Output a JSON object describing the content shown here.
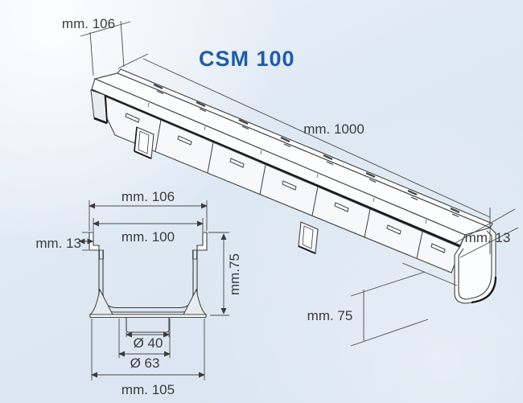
{
  "title": "CSM 100",
  "colors": {
    "title_blue": "#1e5bad",
    "line_color": "#3f3f3f",
    "text_color": "#3b3b3b",
    "background_light": "#ecf2f9",
    "background_dark": "#d7e3f0"
  },
  "perspective_view": {
    "description": "channel-perspective-drawing",
    "dim_top_width": "mm. 106",
    "dim_length": "mm. 1000",
    "dim_edge_height": "mm. 13",
    "dim_body_height": "mm. 75"
  },
  "section_view": {
    "description": "channel-cross-section-drawing",
    "dim_outer_width": "mm. 106",
    "dim_inner_width": "mm. 100",
    "dim_edge_height": "mm. 13",
    "dim_height": "mm.75",
    "dim_outlet_inner": "Ø 40",
    "dim_outlet_outer": "Ø 63",
    "dim_base_width": "mm. 105"
  }
}
